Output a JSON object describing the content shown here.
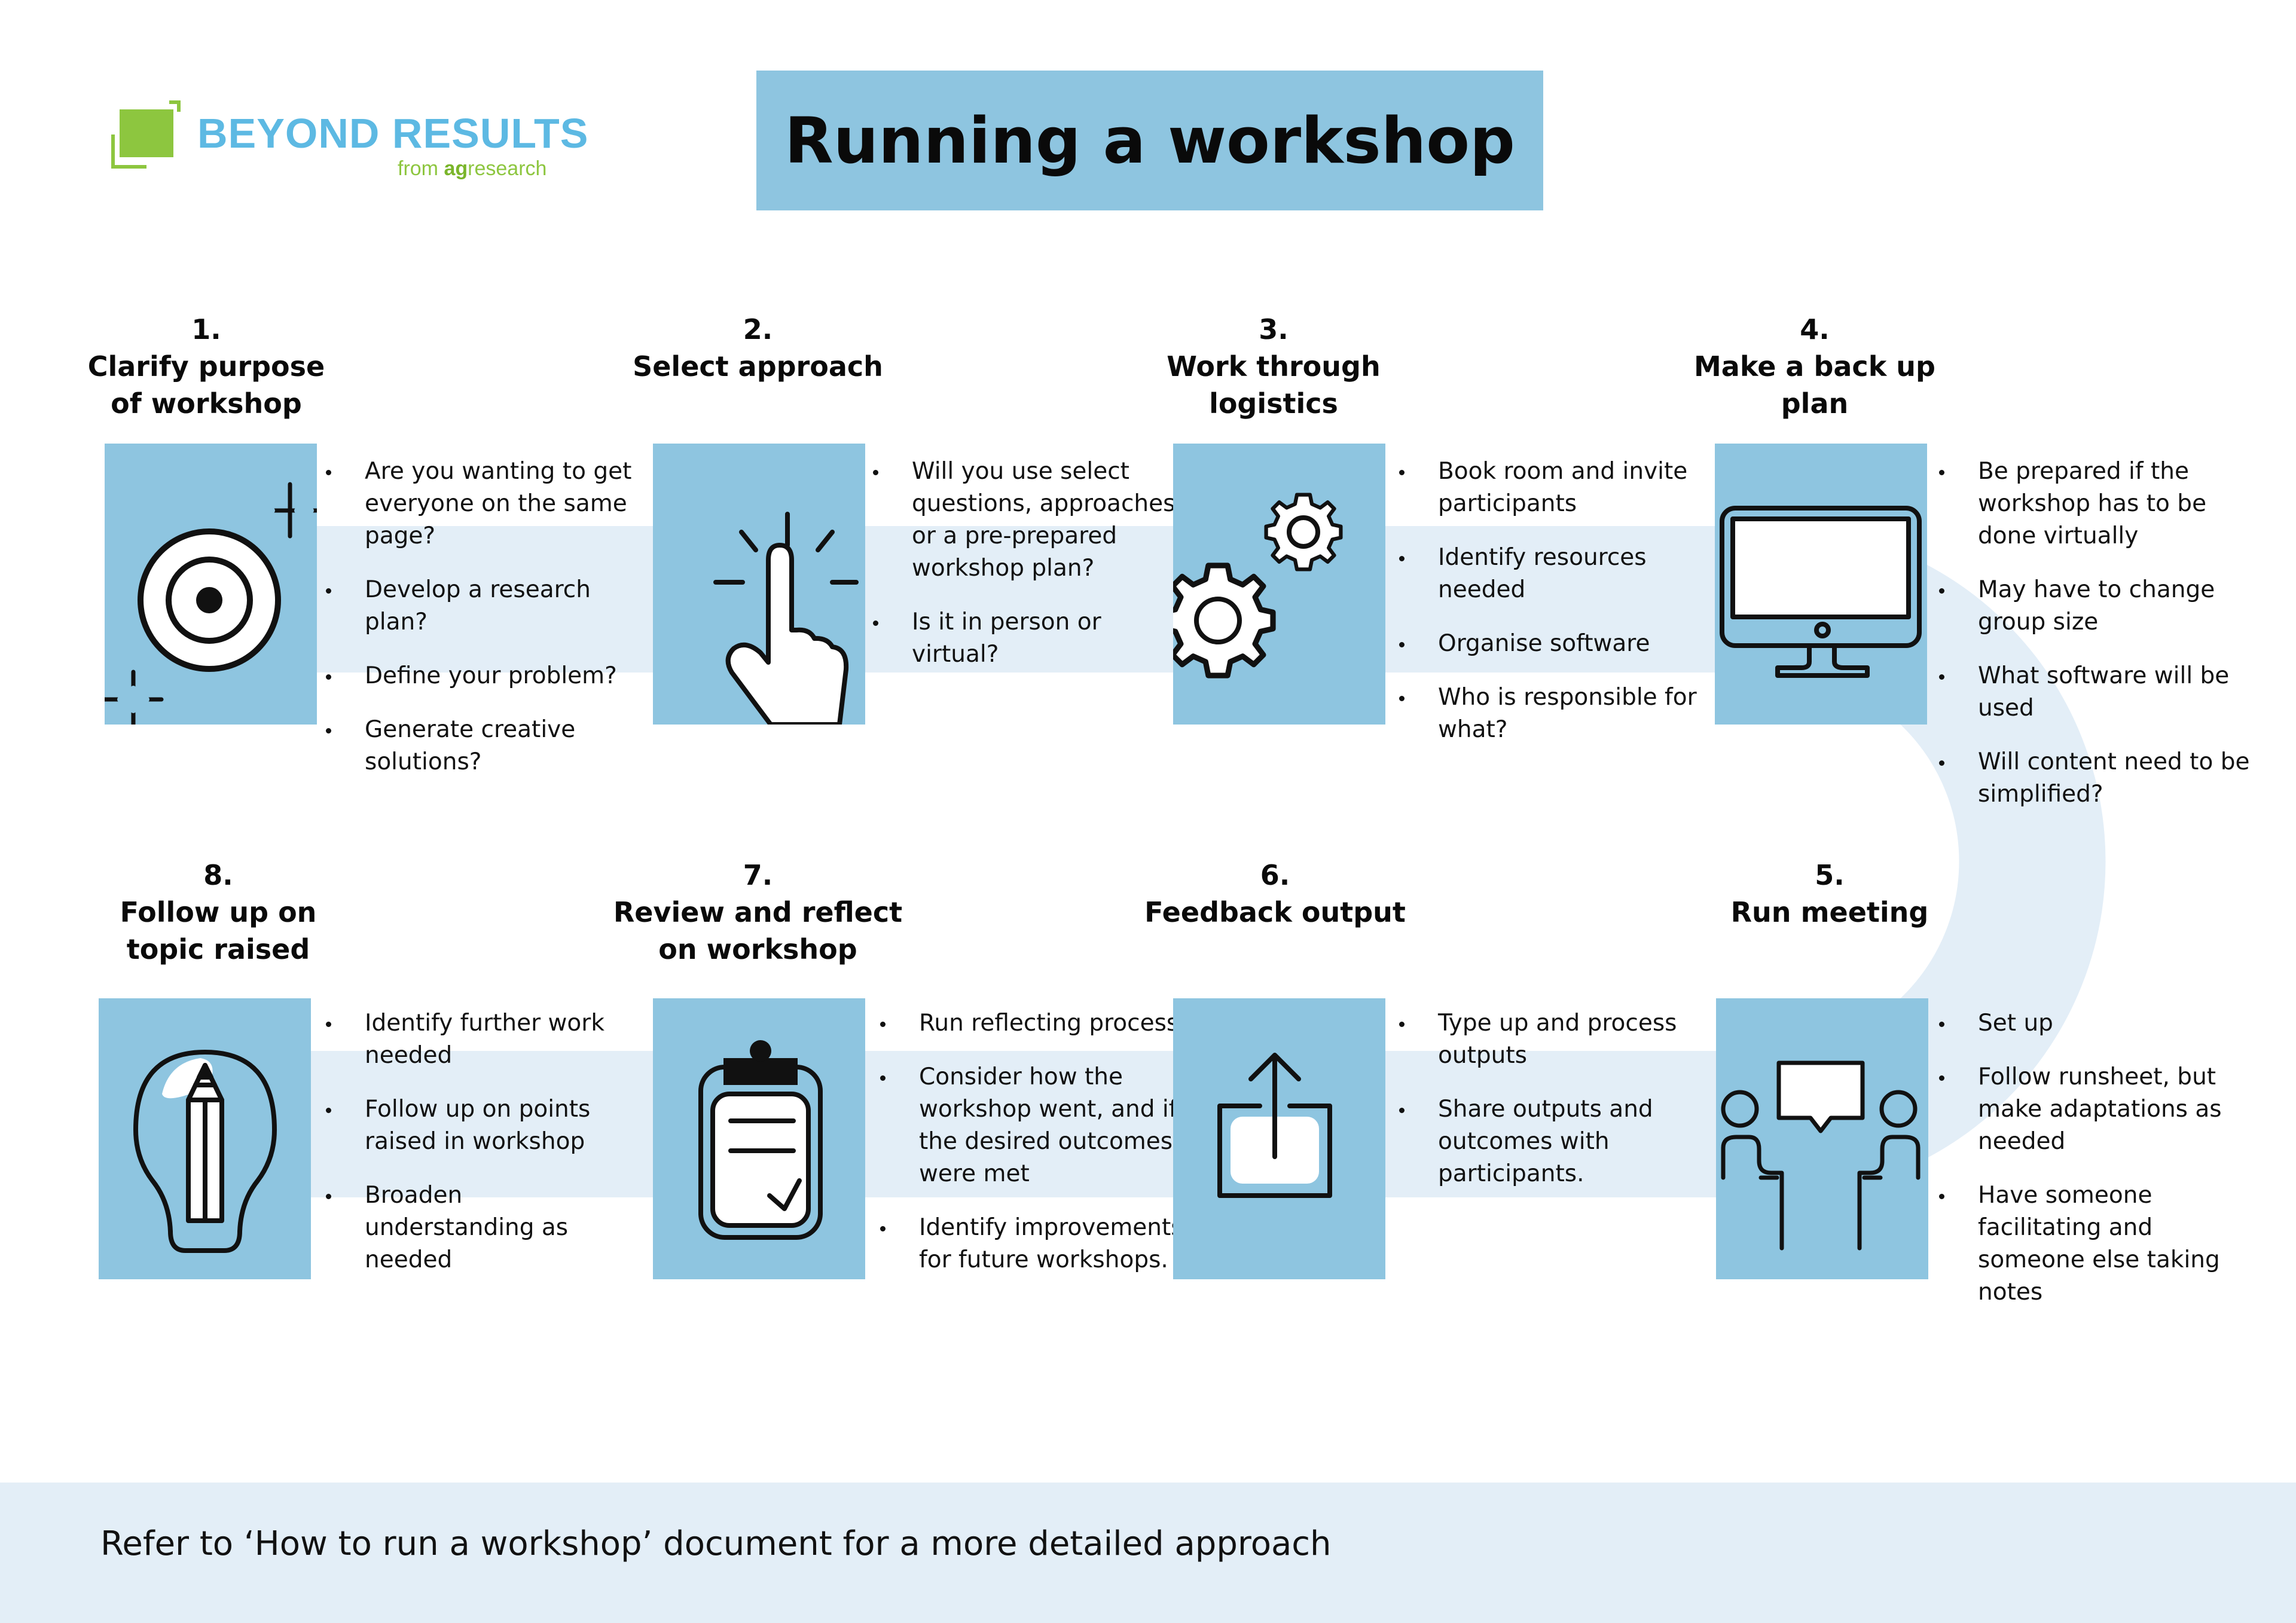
{
  "brand": {
    "name": "BEYOND RESULTS",
    "from": "from ",
    "org": "ag",
    "org_rest": "research"
  },
  "title": "Running a workshop",
  "colors": {
    "tile": "#8ec5e0",
    "band": "#e3eef7",
    "brand_blue": "#5db9e3",
    "brand_green": "#8dc63f"
  },
  "steps": [
    {
      "num": "1.",
      "title": "Clarify purpose of workshop",
      "icon": "target-icon",
      "items": [
        "Are you wanting to get everyone on the same page?",
        "Develop a research plan?",
        "Define your problem?",
        "Generate creative solutions?"
      ]
    },
    {
      "num": "2.",
      "title": "Select approach",
      "icon": "pointing-hand-icon",
      "items": [
        "Will you use select questions, approaches or a pre-prepared workshop plan?",
        "Is it in person or virtual?"
      ]
    },
    {
      "num": "3.",
      "title": "Work through logistics",
      "icon": "gears-icon",
      "items": [
        "Book room and invite participants",
        "Identify resources needed",
        "Organise software",
        "Who is responsible for what?"
      ]
    },
    {
      "num": "4.",
      "title": "Make a back up plan",
      "icon": "monitor-icon",
      "items": [
        "Be prepared if the workshop has to be done virtually",
        "May have to change group size",
        "What software will be used",
        "Will content need to be simplified?"
      ]
    },
    {
      "num": "5.",
      "title": "Run meeting",
      "icon": "meeting-icon",
      "items": [
        "Set up",
        "Follow runsheet, but make adaptations as needed",
        "Have someone facilitating and someone else taking notes"
      ]
    },
    {
      "num": "6.",
      "title": "Feedback output",
      "icon": "share-icon",
      "items": [
        "Type up and process outputs",
        "Share outputs and outcomes with participants."
      ]
    },
    {
      "num": "7.",
      "title": "Review and reflect on workshop",
      "icon": "clipboard-icon",
      "items": [
        "Run reflecting process",
        "Consider how the workshop went, and if the desired outcomes were met",
        "Identify improvements for future workshops."
      ]
    },
    {
      "num": "8.",
      "title": "Follow up on topic raised",
      "icon": "lightbulb-pencil-icon",
      "items": [
        "Identify further work needed",
        "Follow up on points raised in workshop",
        "Broaden understanding as needed"
      ]
    }
  ],
  "footer": "Refer to ‘How to run a workshop’ document for a more detailed approach"
}
